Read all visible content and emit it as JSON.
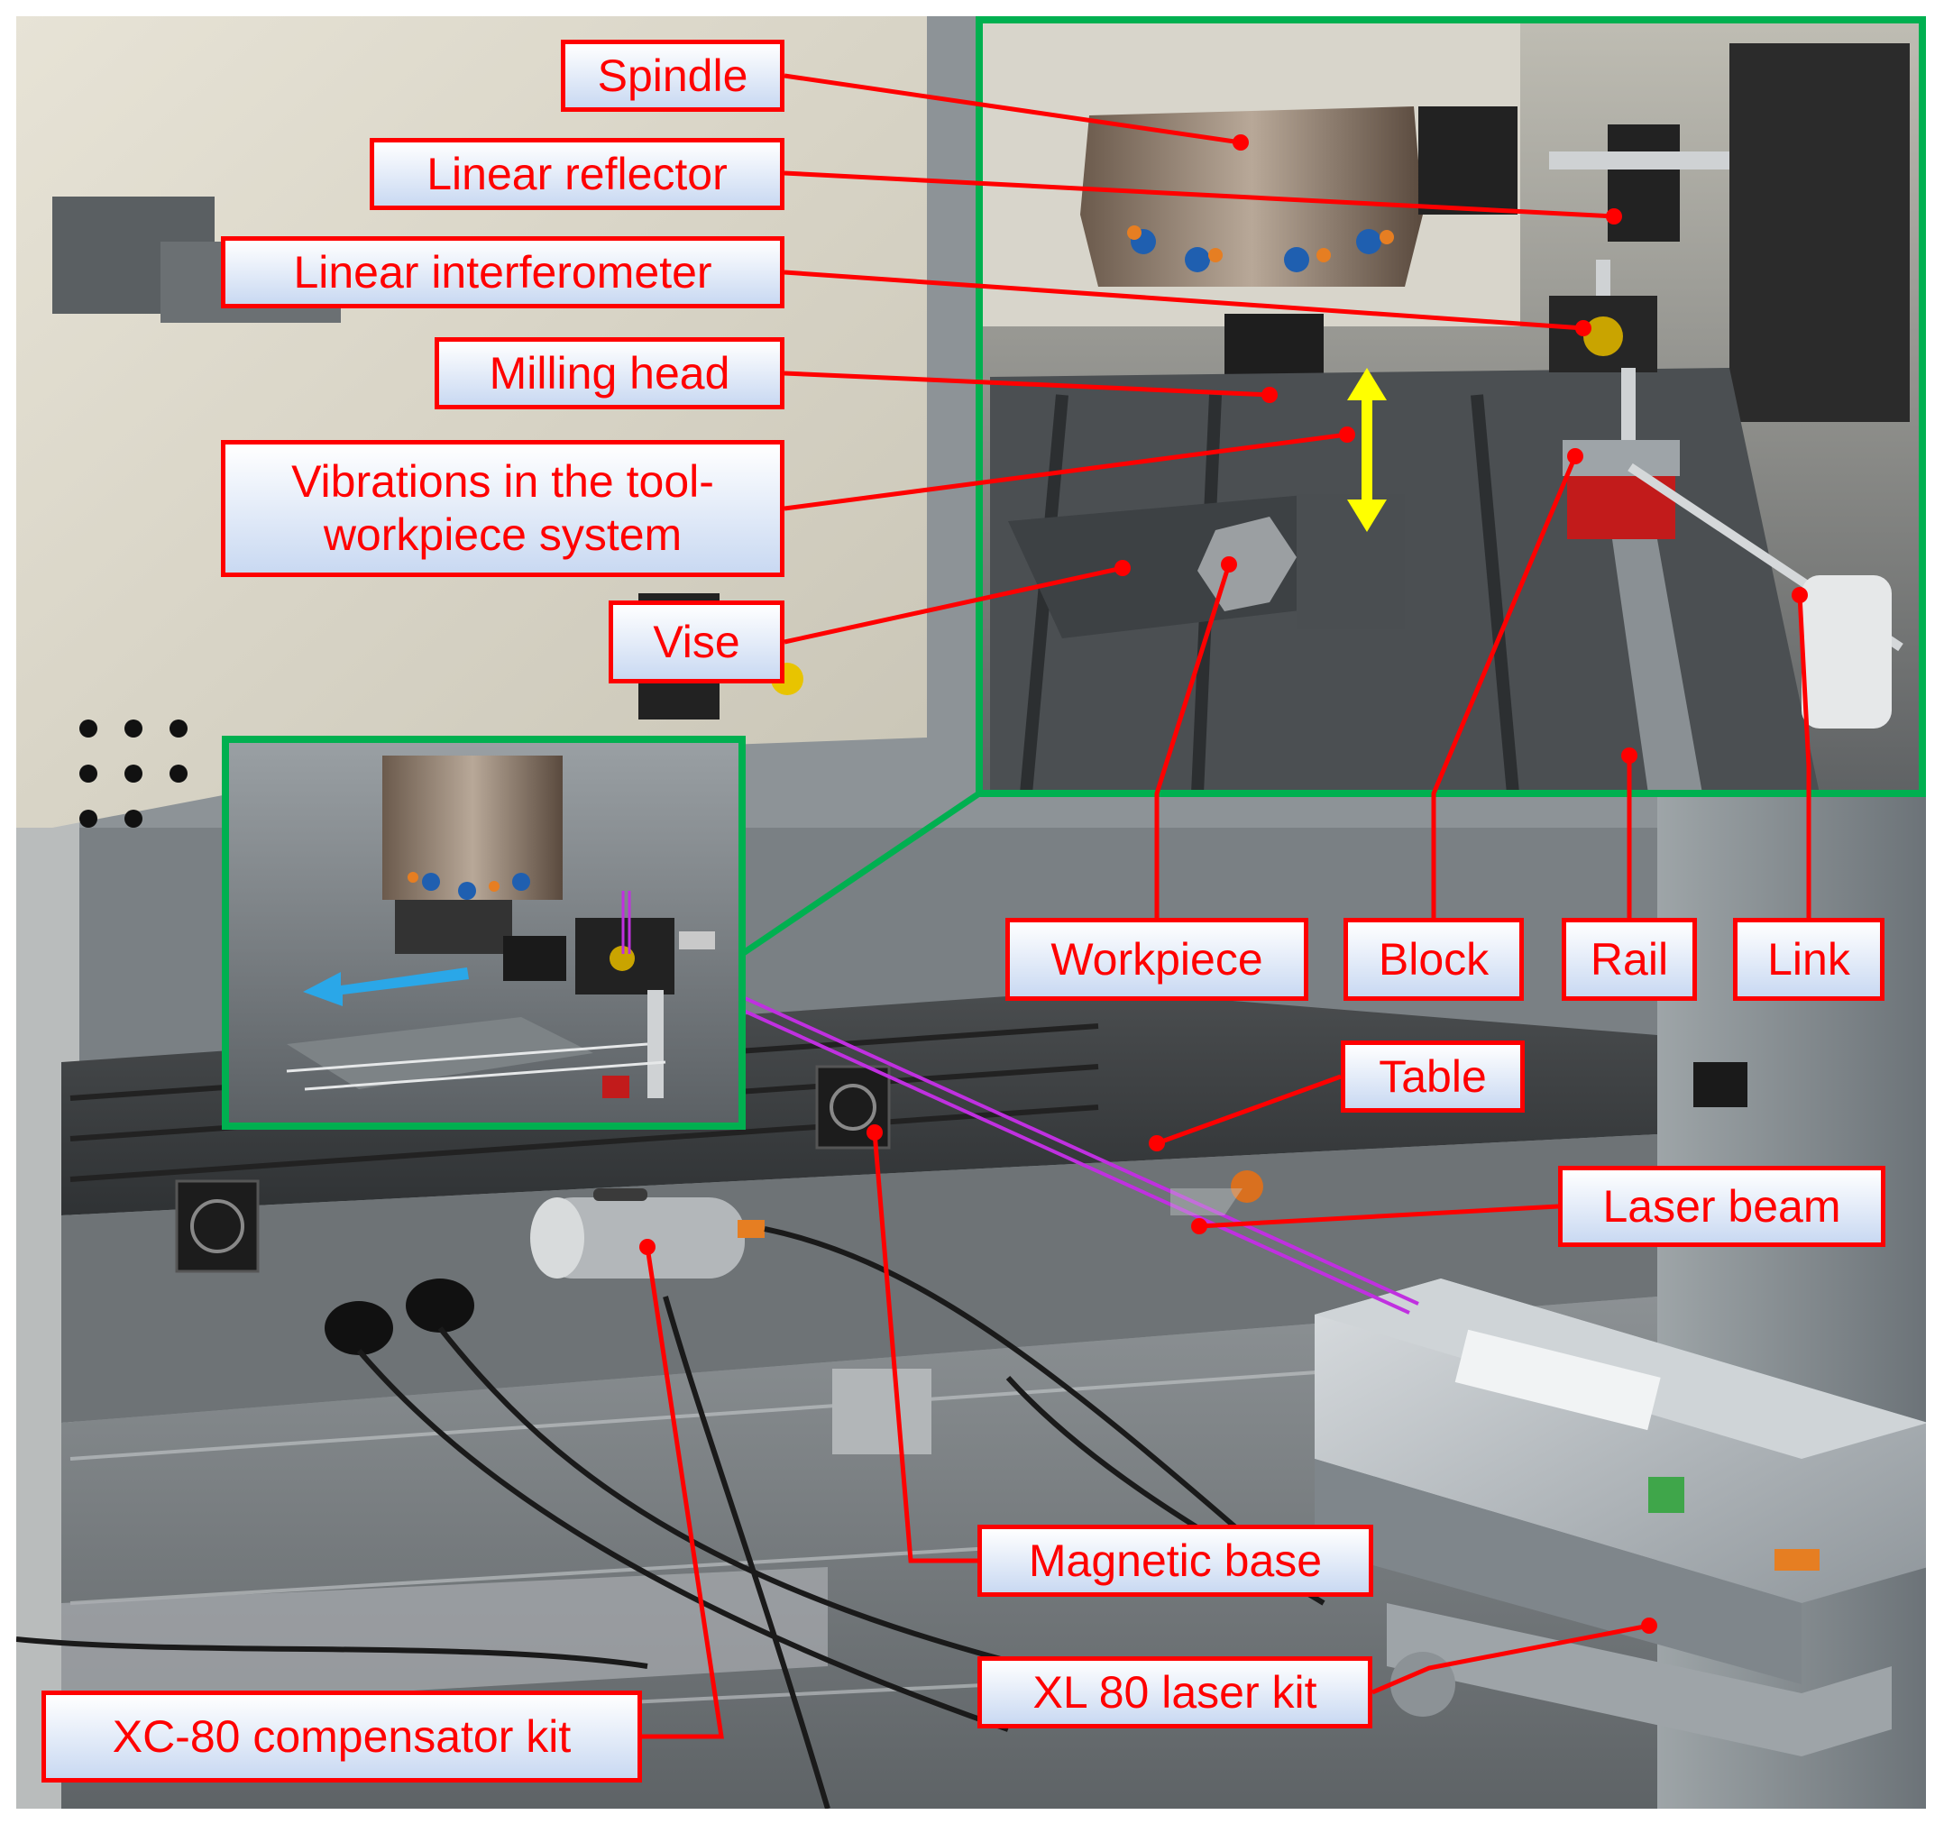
{
  "labels": {
    "spindle": "Spindle",
    "linear_reflector": "Linear reflector",
    "linear_interferometer": "Linear interferometer",
    "milling_head": "Milling head",
    "vibrations": "Vibrations in the tool-workpiece system",
    "vise": "Vise",
    "workpiece": "Workpiece",
    "block": "Block",
    "rail": "Rail",
    "link": "Link",
    "table": "Table",
    "laser_beam": "Laser beam",
    "magnetic_base": "Magnetic base",
    "xl80_laser_kit": "XL 80 laser kit",
    "xc80_compensator_kit": "XC-80 compensator kit"
  },
  "colors": {
    "label_border": "#ff0000",
    "label_text": "#ff0000",
    "inset_frame": "#00b050",
    "laser_beam": "#c030e0",
    "motion_arrow_vertical": "#ffff00",
    "motion_arrow_horizontal": "#2aa7e8"
  }
}
